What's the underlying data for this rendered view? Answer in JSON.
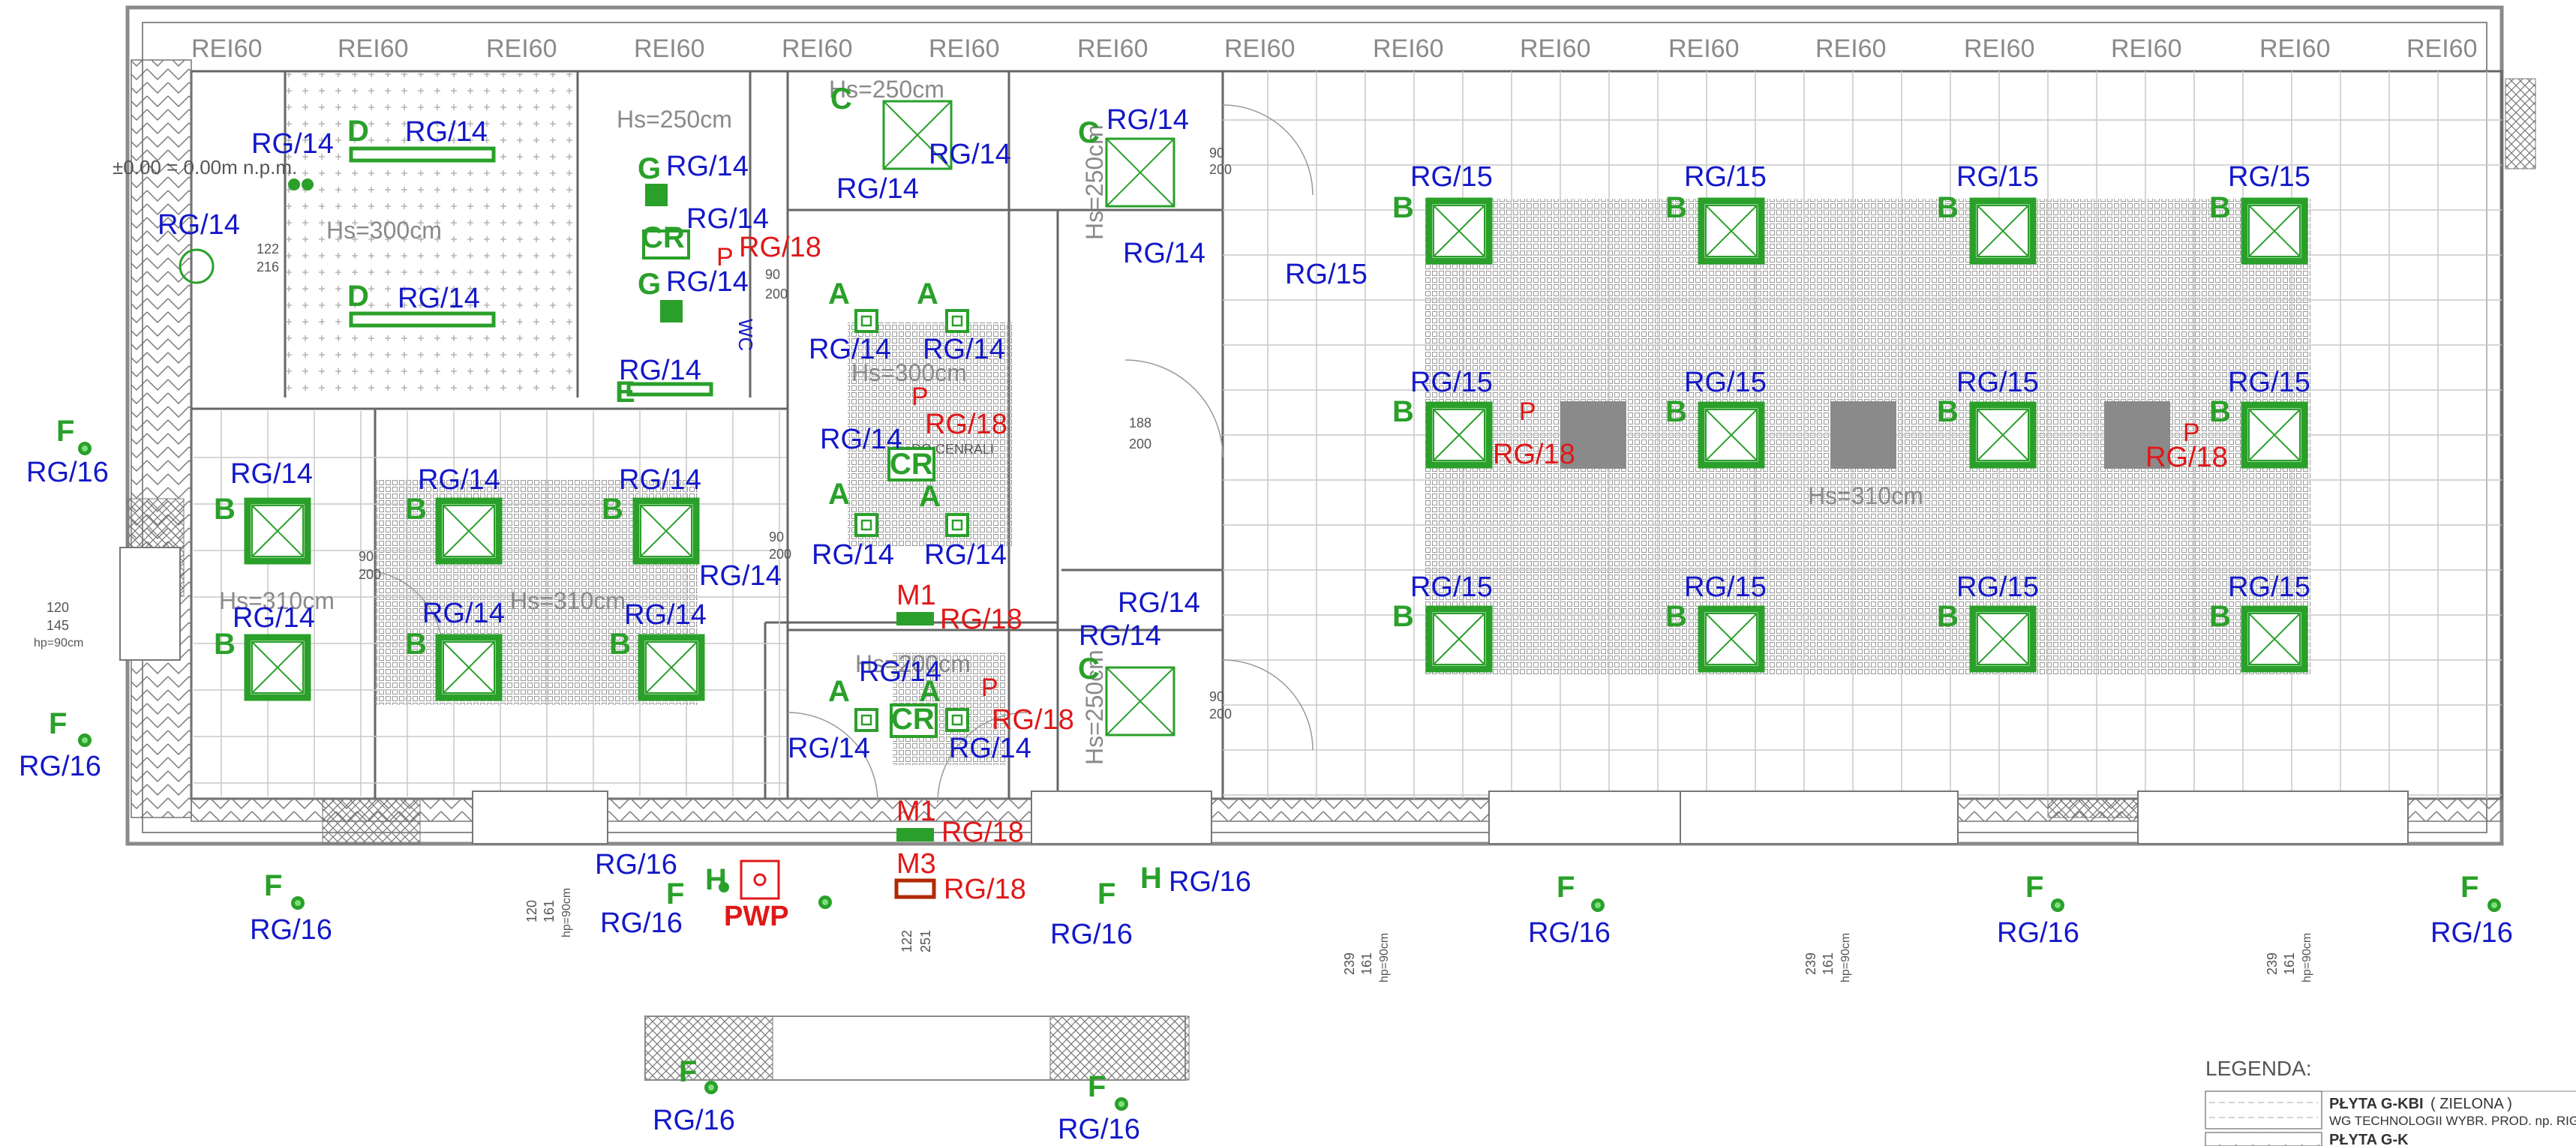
{
  "colors": {
    "blue": "#1418c8",
    "red": "#e01818",
    "green": "#2aa02a",
    "grey": "#8a8a8a"
  },
  "fire_rating": "REI60",
  "level_label": "±0.00 = 0.00m n.p.m.",
  "ceiling_heights": {
    "h250": "Hs=250cm",
    "h300": "Hs=300cm",
    "h310": "Hs=310cm",
    "h200": "Hs=200cm"
  },
  "symbols": {
    "A": "A",
    "B": "B",
    "C": "C",
    "D": "D",
    "E": "E",
    "F": "F",
    "G": "G",
    "H": "H",
    "P": "P",
    "CR": "CR",
    "M1": "M1",
    "M3": "M3",
    "PWP": "PWP"
  },
  "fixture_codes": {
    "rg14": "RG/14",
    "rg15": "RG/15",
    "rg16": "RG/16",
    "rg18": "RG/18"
  },
  "dims": {
    "d90": "90",
    "d200": "200",
    "d122": "122",
    "d216": "216",
    "d120": "120",
    "d145": "145",
    "d161": "161",
    "d239": "239",
    "d251": "251",
    "d188": "188",
    "hp90": "hp=90cm"
  },
  "misc_labels": {
    "do_central": "DO CENRALI",
    "wc": "WC"
  },
  "legend": {
    "title": "LEGENDA:",
    "item1_name": "PŁYTA G-KBI",
    "item1_note": "( ZIELONA )",
    "item1_desc": "WG TECHNOLOGII WYBR. PROD. np. RIGIPS",
    "item2_name": "PŁYTA G-K"
  }
}
